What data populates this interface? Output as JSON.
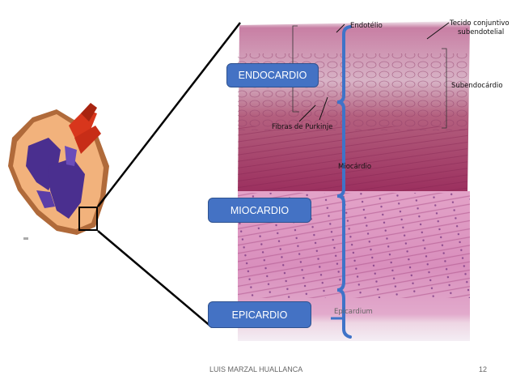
{
  "labels": {
    "endocardio": "ENDOCARDIO",
    "miocardio": "MIOCARDIO",
    "epicardio": "EPICARDIO"
  },
  "annotations": {
    "endotelio": "Endotélio",
    "tecido_line1": "Tecido conjuntivo",
    "tecido_line2": "subendotelial",
    "subendocardio": "Subendocárdio",
    "purkinje": "Fibras de Purkinje",
    "miocardio": "Miocárdio",
    "epicardium": "Epicardium"
  },
  "footer": {
    "author": "LUIS MARZAL HUALLANCA",
    "page_number": "12"
  },
  "colors": {
    "label_fill": "#4472c4",
    "brace": "#3f73c8",
    "heart_dark": "#4a2f8f",
    "heart_orange": "#e8a060",
    "heart_red": "#d8361c"
  }
}
